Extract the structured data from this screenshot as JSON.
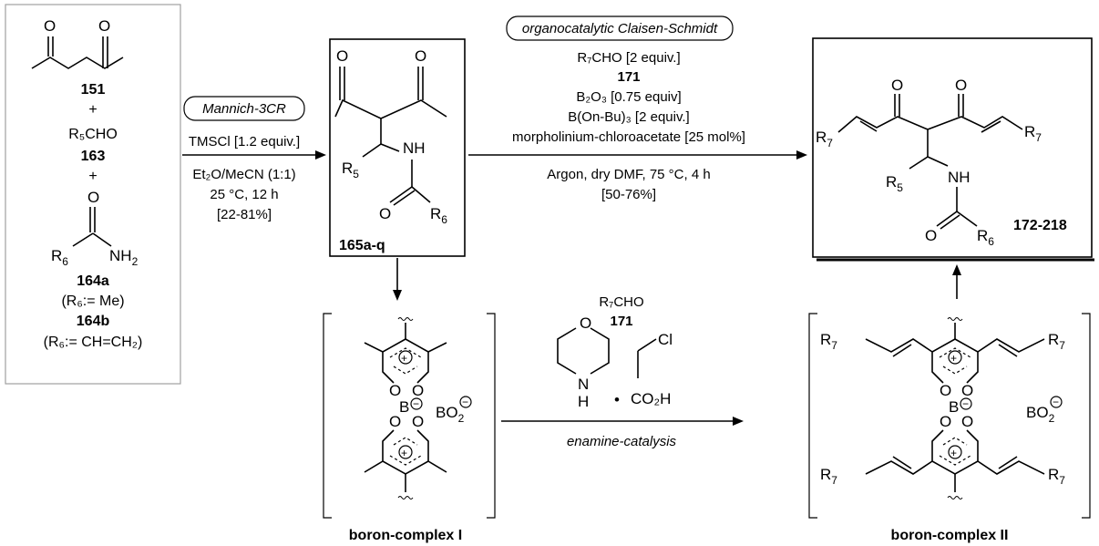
{
  "reactants": {
    "diketone_label": "151",
    "plus1": "+",
    "aldehyde": "R₅CHO",
    "aldehyde_label": "163",
    "plus2": "+",
    "amide_R": "R",
    "amide_R_sub": "6",
    "amide_NH": "NH",
    "amide_NH_sub": "2",
    "amide_a_label": "164a",
    "amide_a_def": "(R₆:= Me)",
    "amide_b_label": "164b",
    "amide_b_def": "(R₆:= CH=CH₂)"
  },
  "step1": {
    "tag": "Mannich-3CR",
    "reagent": "TMSCl [1.2 equiv.]",
    "solvent": "Et₂O/MeCN (1:1)",
    "conditions": "25 °C, 12 h",
    "yield": "[22-81%]"
  },
  "intermediate": {
    "label": "165a-q",
    "r5": "R",
    "r5_sub": "5",
    "r6": "R",
    "r6_sub": "6",
    "nh": "NH"
  },
  "step2": {
    "tag": "organocatalytic Claisen-Schmidt",
    "line1": "R₇CHO [2 equiv.]",
    "line1_label": "171",
    "line2": "B₂O₃ [0.75 equiv]",
    "line3": "B(On-Bu)₃ [2 equiv.]",
    "line4": "morpholinium-chloroacetate [25 mol%]",
    "below1": "Argon, dry DMF, 75 °C, 4 h",
    "below2": "[50-76%]"
  },
  "product": {
    "label": "172-218",
    "r7": "R",
    "r7_sub": "7",
    "r5": "R",
    "r5_sub": "5",
    "r6": "R",
    "r6_sub": "6",
    "nh": "NH"
  },
  "complex1": {
    "name": "boron-complex I",
    "counterion": "BO",
    "counterion_sub": "2",
    "boron": "B"
  },
  "complex2": {
    "name": "boron-complex II",
    "counterion": "BO",
    "counterion_sub": "2",
    "boron": "B",
    "r7": "R",
    "r7_sub": "7"
  },
  "catalysis": {
    "aldehyde": "R₇CHO",
    "aldehyde_label": "171",
    "morpholine_O": "O",
    "morpholine_N": "N",
    "morpholine_H": "H",
    "dot": "•",
    "acid_Cl": "Cl",
    "acid": "CO₂H",
    "mechanism": "enamine-catalysis"
  },
  "atoms": {
    "O": "O",
    "plus": "+",
    "minus": "−"
  }
}
